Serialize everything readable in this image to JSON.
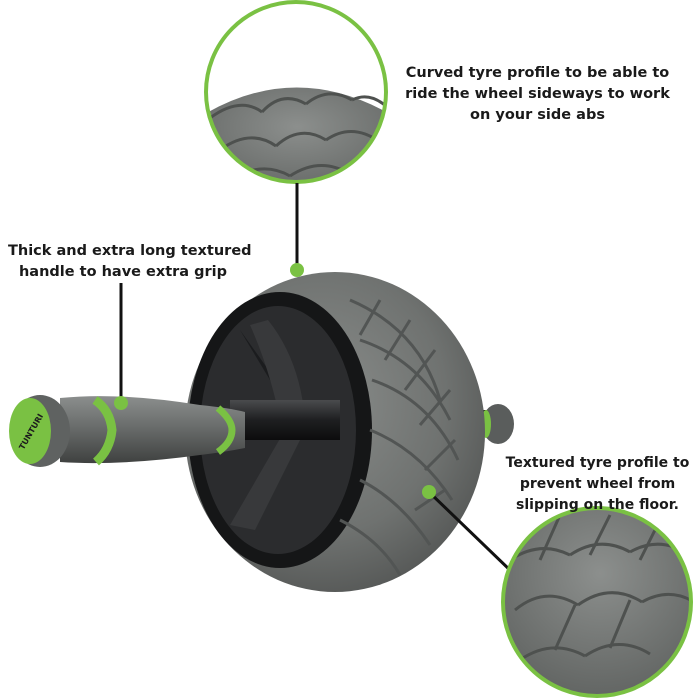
{
  "brand": {
    "logo_text": "TUNTURI",
    "accent_color": "#7ac143",
    "tyre_color": "#6f7270",
    "body_color": "#2b2c2e"
  },
  "callouts": [
    {
      "id": "curved-tyre",
      "lines": [
        "Curved tyre profile to be able to",
        "ride the wheel sideways to work",
        "on your side abs"
      ]
    },
    {
      "id": "textured-handle",
      "lines": [
        "Thick and extra long textured",
        "handle to have extra grip"
      ]
    },
    {
      "id": "textured-tyre",
      "lines": [
        "Textured tyre profile to",
        "prevent wheel from",
        "slipping on the floor."
      ]
    }
  ]
}
